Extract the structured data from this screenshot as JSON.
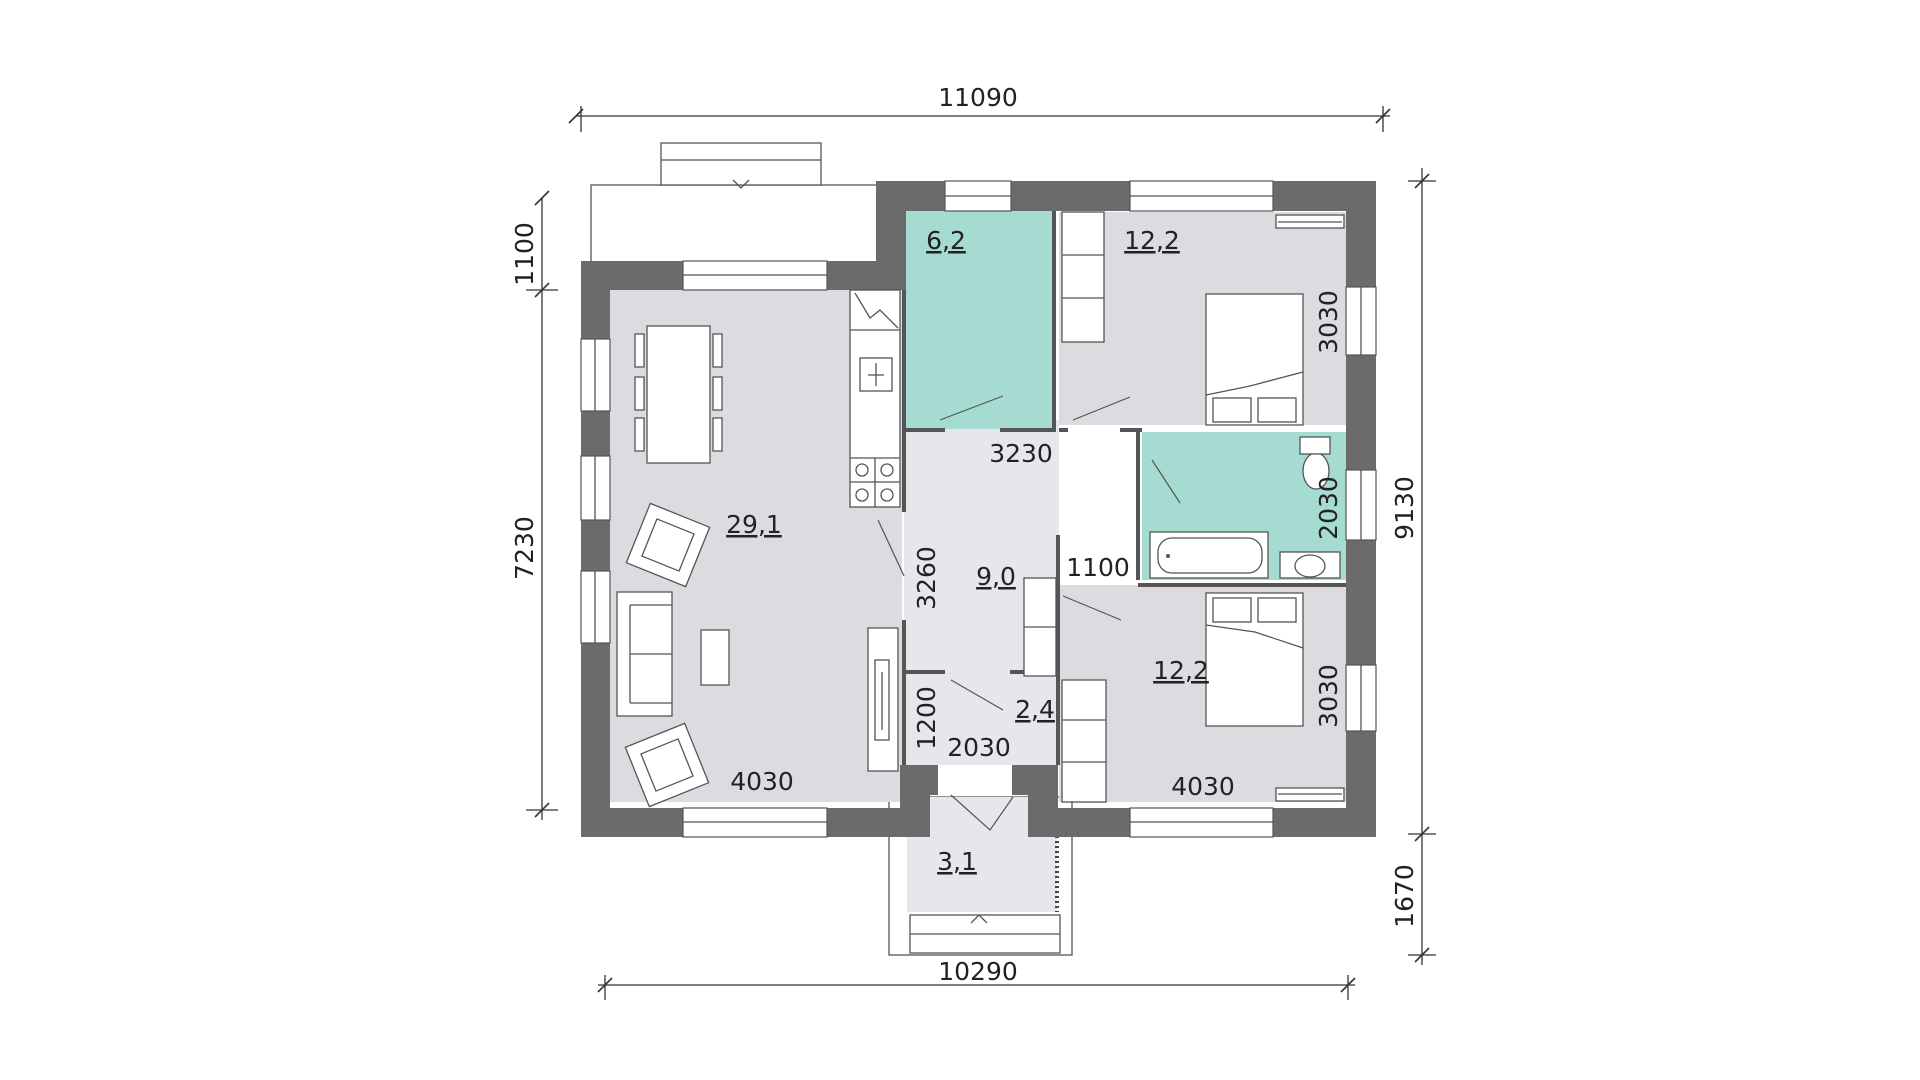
{
  "dimensions": {
    "top_overall": "11090",
    "bottom_overall": "10290",
    "left_terrace": "1100",
    "left_main": "7230",
    "right_overall": "9130",
    "right_porch": "1670",
    "bedroom1_height": "3030",
    "bathroom_height": "2030",
    "bedroom2_height": "3030",
    "corridor_width": "3230",
    "hall_height": "3260",
    "hall_width": "1100",
    "vestibule_height": "1200",
    "vestibule_width": "2030",
    "living_width": "4030",
    "bedroom2_width": "4030"
  },
  "areas": {
    "living": "29,1",
    "storage": "6,2",
    "bedroom1": "12,2",
    "hall": "9,0",
    "bedroom2": "12,2",
    "vestibule": "2,4",
    "porch": "3,1"
  },
  "colors": {
    "wall": "#6b6b6b",
    "room": "#dcdbe0",
    "wet_area": "#a6dbd2"
  }
}
